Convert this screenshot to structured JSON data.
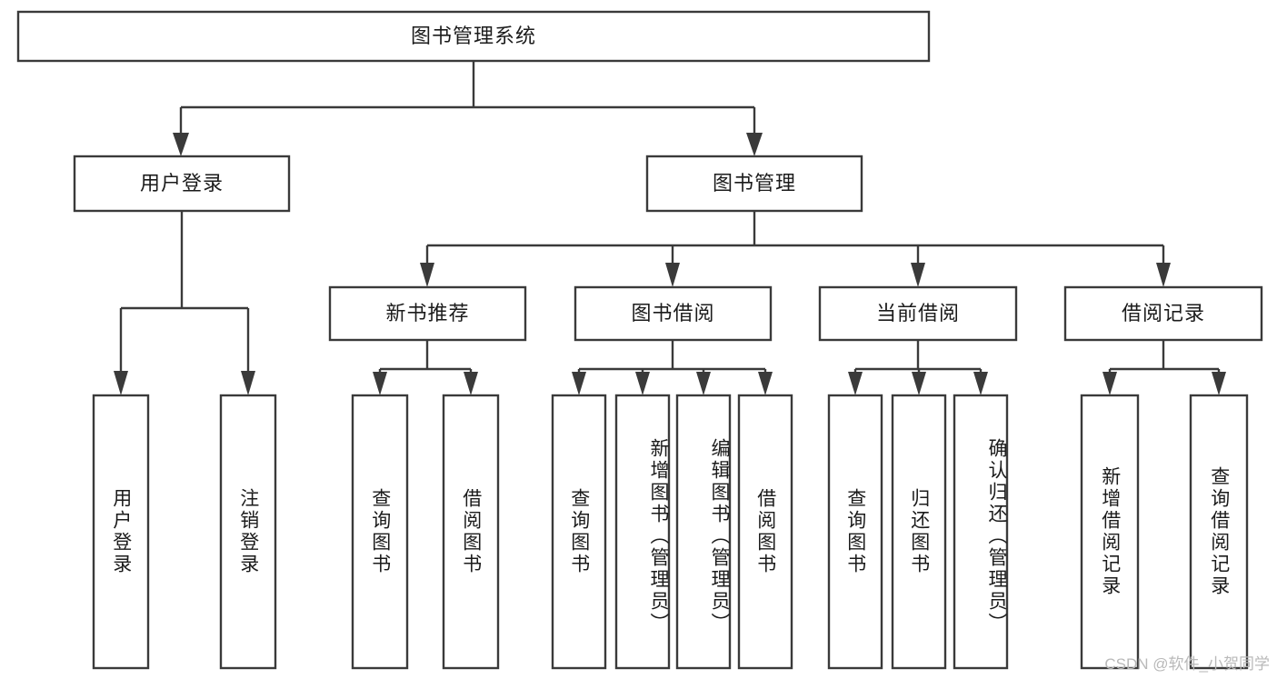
{
  "diagram": {
    "type": "tree",
    "title": "图书管理系统",
    "watermark": "CSDN @软件_小贺同学",
    "colors": {
      "stroke": "#3a3a3a",
      "box_fill": "#ffffff",
      "text": "#1b1b1b",
      "background": "#ffffff",
      "watermark": "#b9b9b9"
    },
    "nodes": {
      "root": {
        "label": "图书管理系统"
      },
      "level2": [
        {
          "label": "用户登录"
        },
        {
          "label": "图书管理"
        }
      ],
      "level3": [
        {
          "label": "新书推荐"
        },
        {
          "label": "图书借阅"
        },
        {
          "label": "当前借阅"
        },
        {
          "label": "借阅记录"
        }
      ],
      "leaves": {
        "user_login": [
          {
            "label": "用户登录"
          },
          {
            "label": "注销登录"
          }
        ],
        "new_book": [
          {
            "label": "查询图书"
          },
          {
            "label": "借阅图书"
          }
        ],
        "book_borrow": [
          {
            "label": "查询图书"
          },
          {
            "label": "新增图书（管理员）"
          },
          {
            "label": "编辑图书（管理员）"
          },
          {
            "label": "借阅图书"
          }
        ],
        "current_borrow": [
          {
            "label": "查询图书"
          },
          {
            "label": "归还图书"
          },
          {
            "label": "确认归还（管理员）"
          }
        ],
        "borrow_record": [
          {
            "label": "新增借阅记录"
          },
          {
            "label": "查询借阅记录"
          }
        ]
      }
    }
  }
}
